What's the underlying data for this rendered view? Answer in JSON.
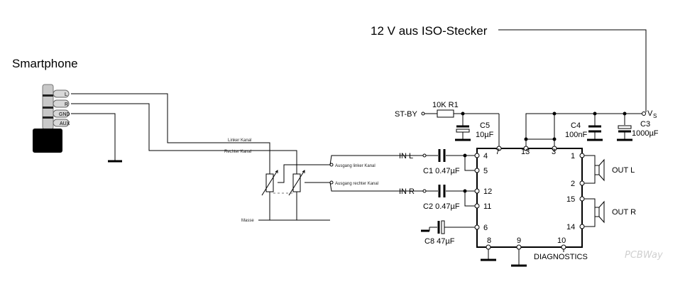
{
  "title": "12 V aus ISO-Stecker",
  "device_label": "Smartphone",
  "jack": {
    "pins": [
      "L",
      "R",
      "GND",
      "AUX"
    ]
  },
  "pot_labels": {
    "left_in": "Linker Kanal",
    "right_in": "Rechter Kanal",
    "left_out": "Ausgang linker Kanal",
    "right_out": "Ausgang rechter Kanal",
    "ground": "Masse"
  },
  "amp": {
    "standby": "ST-BY",
    "r1": "10K R1",
    "c5_name": "C5",
    "c5_value": "10µF",
    "c4_name": "C4",
    "c4_value": "100nF",
    "c3_name": "C3",
    "c3_value": "1000µF",
    "vs_main": "V",
    "vs_sub": "S",
    "in_l": "IN L",
    "in_r": "IN R",
    "c1": "C1 0.47µF",
    "c2": "C2 0.47µF",
    "c8": "C8 47µF",
    "out_l": "OUT L",
    "out_r": "OUT R",
    "diagnostics": "DIAGNOSTICS",
    "pins": {
      "p1": "1",
      "p2": "2",
      "p3": "3",
      "p4": "4",
      "p5": "5",
      "p6": "6",
      "p7": "7",
      "p8": "8",
      "p9": "9",
      "p10": "10",
      "p11": "11",
      "p12": "12",
      "p13": "13",
      "p14": "14",
      "p15": "15"
    }
  },
  "watermark": "PCBWay"
}
